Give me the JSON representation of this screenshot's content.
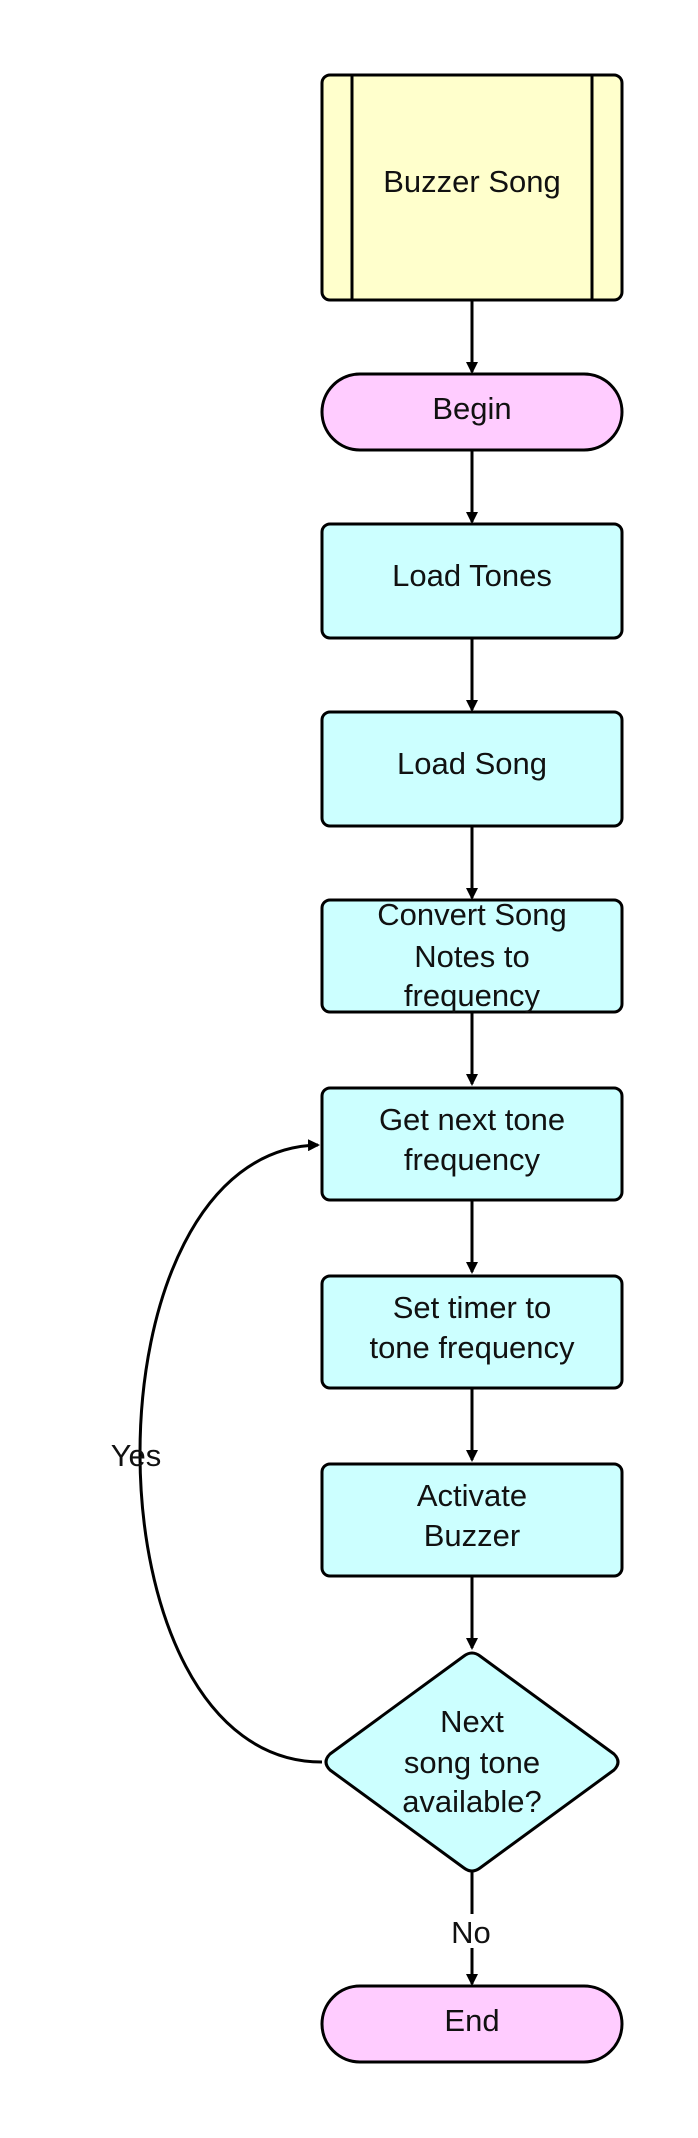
{
  "colors": {
    "subroutine_fill": "#FFFFCC",
    "terminal_fill": "#FFCCFF",
    "process_fill": "#CCFFFF",
    "stroke": "#000000"
  },
  "nodes": {
    "buzzer_song": "Buzzer Song",
    "begin": "Begin",
    "load_tones": "Load Tones",
    "load_song": "Load Song",
    "convert_line1": "Convert Song",
    "convert_line2": "Notes to",
    "convert_line3": "frequency",
    "get_next_line1": "Get next tone",
    "get_next_line2": "frequency",
    "set_timer_line1": "Set timer to",
    "set_timer_line2": "tone frequency",
    "activate_line1": "Activate",
    "activate_line2": "Buzzer",
    "decision_line1": "Next",
    "decision_line2": "song tone",
    "decision_line3": "available?",
    "end": "End"
  },
  "edges": {
    "yes_label": "Yes",
    "no_label": "No"
  }
}
